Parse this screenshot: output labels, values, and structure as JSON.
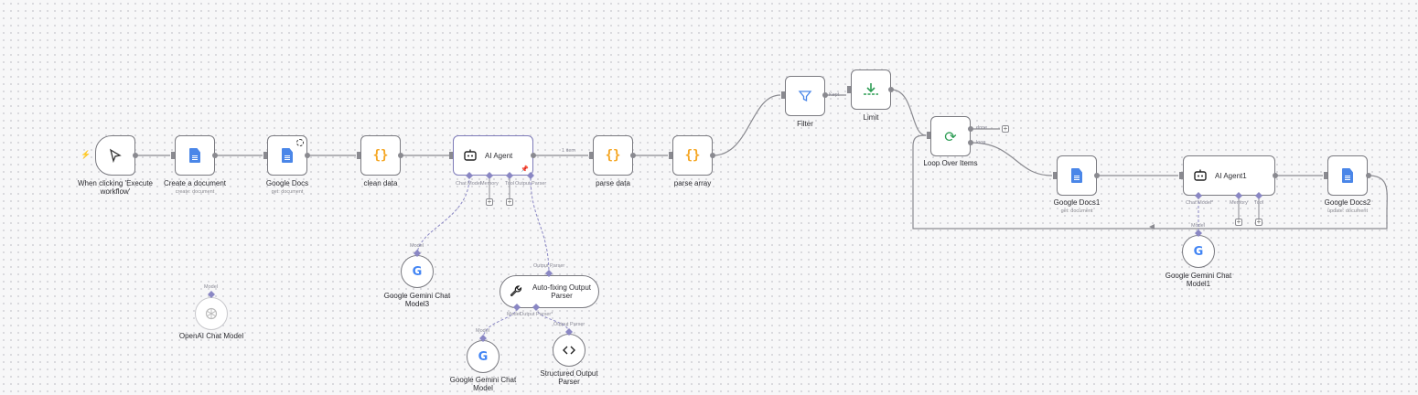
{
  "canvas": {
    "background": "#f7f7f8",
    "connector_color": "#8a8a90",
    "ai_connector_color": "#8a87c4",
    "accent_green": "#2e9d55",
    "accent_orange": "#f5a623",
    "accent_blue": "#4a86e8"
  },
  "nodes": {
    "trigger": {
      "label": "When clicking 'Execute workflow'",
      "icon": "cursor-icon"
    },
    "create_document": {
      "label": "Create a document",
      "sub": "create: document",
      "icon": "google-docs-icon"
    },
    "google_docs": {
      "label": "Google Docs",
      "sub": "get: document",
      "icon": "google-docs-icon"
    },
    "clean_data": {
      "label": "clean data",
      "icon": "code-braces-icon"
    },
    "ai_agent": {
      "label": "AI Agent",
      "icon": "robot-icon",
      "ports": [
        "Chat Model",
        "Memory",
        "Tool",
        "Output Parser"
      ]
    },
    "parse_data": {
      "label": "parse data",
      "icon": "code-braces-icon"
    },
    "parse_array": {
      "label": "parse array",
      "icon": "code-braces-icon"
    },
    "filter": {
      "label": "Filter",
      "icon": "filter-icon"
    },
    "limit": {
      "label": "Limit",
      "icon": "limit-icon"
    },
    "loop_over_items": {
      "label": "Loop Over Items",
      "icon": "refresh-icon",
      "outputs": [
        "done",
        "loop"
      ]
    },
    "google_docs1": {
      "label": "Google Docs1",
      "sub": "get: document",
      "icon": "google-docs-icon"
    },
    "ai_agent1": {
      "label": "AI Agent1",
      "icon": "robot-icon",
      "ports": [
        "Chat Model*",
        "Memory",
        "Tool"
      ]
    },
    "google_docs2": {
      "label": "Google Docs2",
      "sub": "update: document",
      "icon": "google-docs-icon"
    },
    "gemini3": {
      "label": "Google Gemini Chat Model3",
      "port": "Model",
      "icon": "google-g-icon"
    },
    "gemini1": {
      "label": "Google Gemini Chat Model1",
      "port": "Model",
      "icon": "google-g-icon"
    },
    "gemini": {
      "label": "Google Gemini Chat Model",
      "port": "Model",
      "icon": "google-g-icon"
    },
    "openai": {
      "label": "OpenAI Chat Model",
      "port": "Model",
      "icon": "openai-icon"
    },
    "auto_fixing": {
      "label": "Auto-fixing Output Parser",
      "port_in": "Output Parser",
      "ports": [
        "Model",
        "Output Parser*"
      ],
      "icon": "wrench-icon"
    },
    "structured": {
      "label": "Structured Output Parser",
      "port": "Output Parser",
      "icon": "code-angle-icon"
    }
  },
  "edges": {
    "agent_to_parse": "1 item",
    "filter_kept": "Kept"
  }
}
